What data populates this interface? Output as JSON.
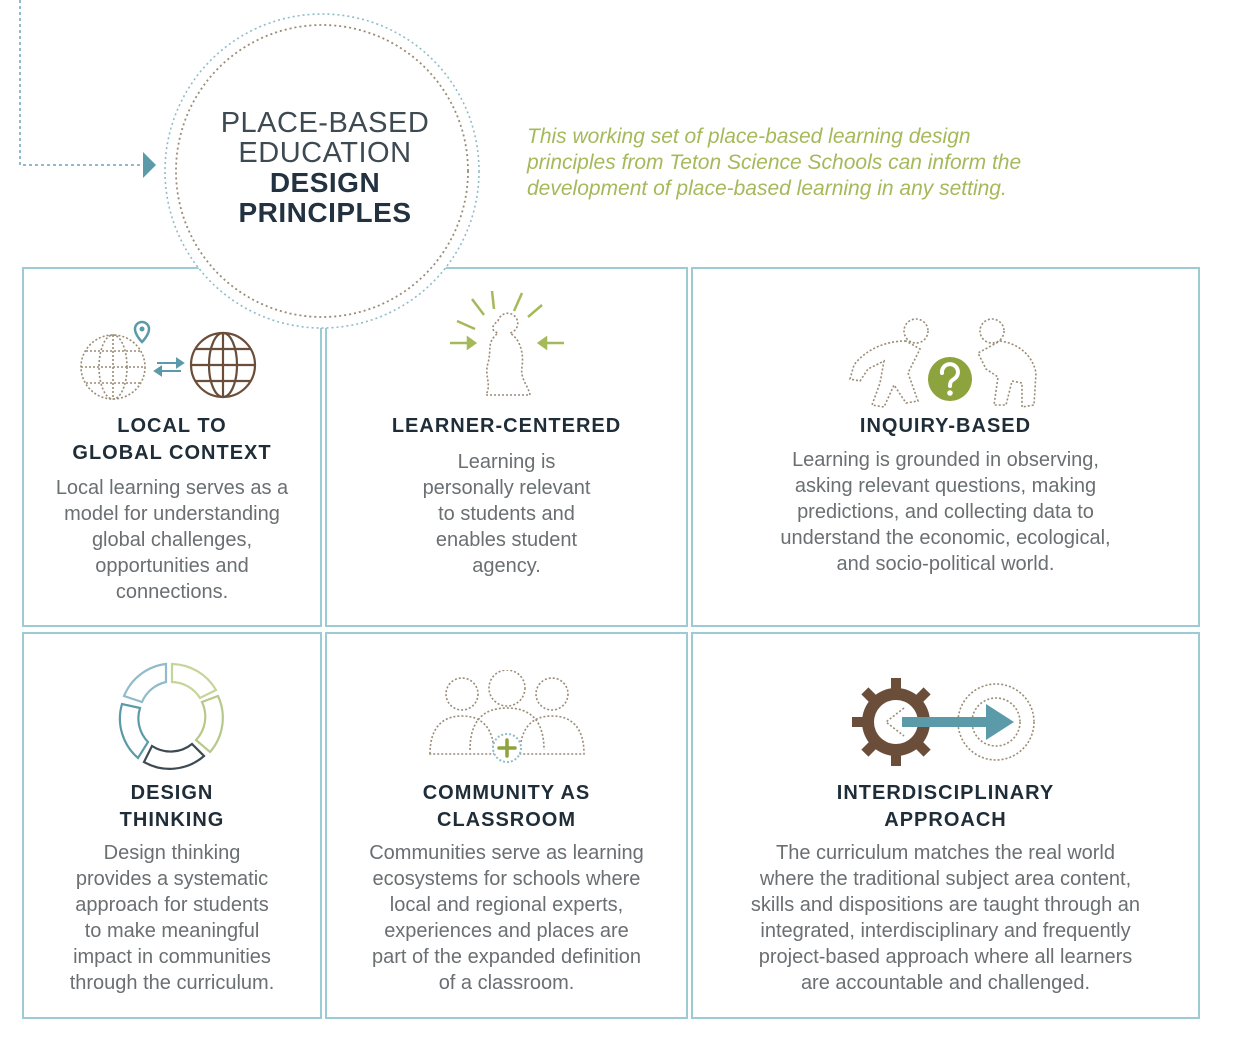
{
  "badge": {
    "line1": "PLACE-BASED",
    "line2": "EDUCATION",
    "line3": "DESIGN",
    "line4": "PRINCIPLES"
  },
  "intro": {
    "lines": [
      "This working set of place-based learning design",
      "principles from Teton Science Schools can inform the",
      "development of place-based learning in any setting."
    ]
  },
  "colors": {
    "border": "#9ccbd3",
    "intro_text": "#a5b95a",
    "heading": "#1f2d38",
    "body_text": "#6a6f72",
    "accent_green": "#8da33d",
    "gear_brown": "#6b4e3a",
    "arrow_teal": "#5b9aa8"
  },
  "principles": [
    {
      "icon": "globe-location-icon",
      "title": [
        "LOCAL TO",
        "GLOBAL CONTEXT"
      ],
      "body": [
        "Local learning serves as a",
        "model for understanding",
        "global challenges,",
        "opportunities and",
        "connections."
      ]
    },
    {
      "icon": "learner-focus-icon",
      "title": [
        "LEARNER-CENTERED"
      ],
      "body": [
        "Learning is",
        "personally relevant",
        "to students and",
        "enables student",
        "agency."
      ]
    },
    {
      "icon": "inquiry-question-icon",
      "title": [
        "INQUIRY-BASED"
      ],
      "body": [
        "Learning is grounded in observing,",
        "asking relevant questions, making",
        "predictions, and collecting data to",
        "understand the economic, ecological,",
        "and socio-political world."
      ]
    },
    {
      "icon": "design-cycle-icon",
      "title": [
        "DESIGN",
        "THINKING"
      ],
      "body": [
        "Design thinking",
        "provides a systematic",
        "approach for students",
        "to make meaningful",
        "impact in communities",
        "through the curriculum."
      ]
    },
    {
      "icon": "community-people-icon",
      "title": [
        "COMMUNITY AS",
        "CLASSROOM"
      ],
      "body": [
        "Communities serve as learning",
        "ecosystems for schools where",
        "local and regional experts,",
        "experiences and places are",
        "part of the expanded definition",
        "of a classroom."
      ]
    },
    {
      "icon": "gear-arrow-icon",
      "title": [
        "INTERDISCIPLINARY",
        "APPROACH"
      ],
      "body": [
        "The curriculum matches the real world",
        "where the traditional subject area content,",
        "skills and dispositions are taught through an",
        "integrated, interdisciplinary and frequently",
        "project-based approach where all learners",
        "are accountable and challenged."
      ]
    }
  ]
}
